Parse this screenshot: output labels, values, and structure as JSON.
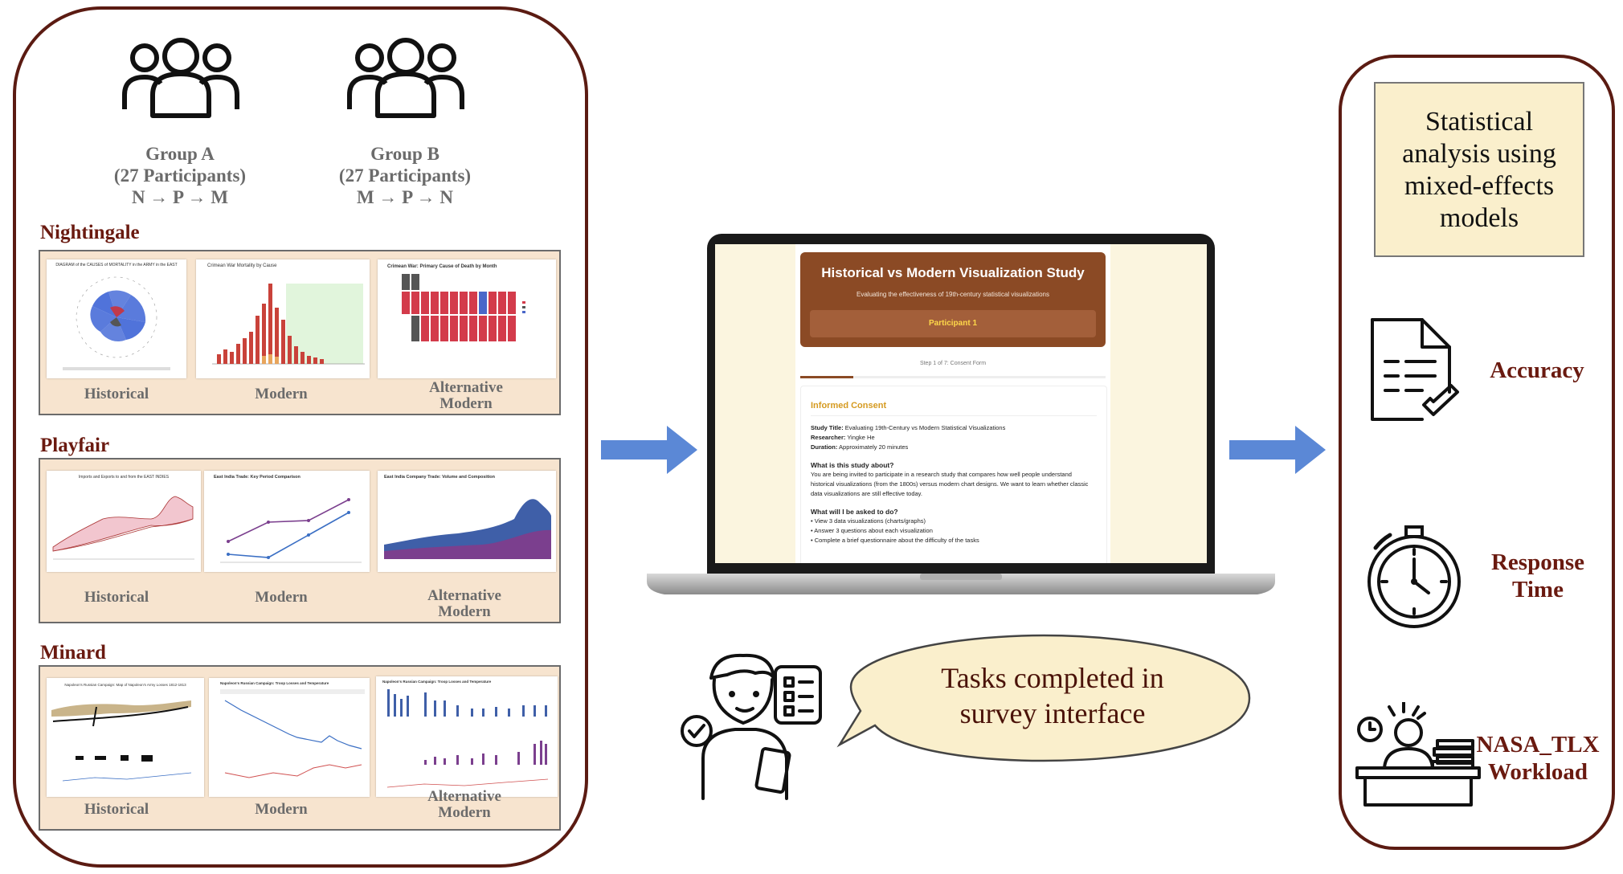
{
  "groups": {
    "a": {
      "name": "Group A",
      "participants": "(27 Participants)",
      "order": "N → P → M"
    },
    "b": {
      "name": "Group B",
      "participants": "(27 Participants)",
      "order": "M → P → N"
    }
  },
  "sections": [
    {
      "title": "Nightingale",
      "captions": [
        "Historical",
        "Modern",
        "Alternative\nModern"
      ]
    },
    {
      "title": "Playfair",
      "captions": [
        "Historical",
        "Modern",
        "Alternative\nModern"
      ]
    },
    {
      "title": "Minard",
      "captions": [
        "Historical",
        "Modern",
        "Alternative\nModern"
      ]
    }
  ],
  "thumbnails": {
    "n1_title": "DIAGRAM of the CAUSES of MORTALITY in the ARMY in the EAST",
    "n2_title": "Crimean War Mortality by Cause",
    "n3_title": "Crimean War: Primary Cause of Death by Month",
    "p1_title": "Imports and Exports to and from the EAST INDIES",
    "p2_title": "East India Trade: Key Period Comparison",
    "p3_title": "East India Company Trade: Volume and Composition",
    "m1_title": "Napoleon's Russian Campaign: Map of Napoleon's Army Losses 1812-1813",
    "m2_title": "Napoleon's Russian Campaign: Troop Losses and Temperature",
    "m3_title": "Napoleon's Russian Campaign: Troop Losses and Temperature"
  },
  "survey": {
    "title": "Historical vs Modern Visualization Study",
    "subtitle": "Evaluating the effectiveness of 19th-century statistical visualizations",
    "participant": "Participant 1",
    "step": "Step 1 of 7: Consent Form",
    "consent_heading": "Informed Consent",
    "study_title_label": "Study Title:",
    "study_title_value": "Evaluating 19th-Century vs Modern Statistical Visualizations",
    "researcher_label": "Researcher:",
    "researcher_value": "Yingke He",
    "duration_label": "Duration:",
    "duration_value": "Approximately 20 minutes",
    "about_heading": "What is this study about?",
    "about_text": "You are being invited to participate in a research study that compares how well people understand historical visualizations (from the 1800s) versus modern chart designs. We want to learn whether classic data visualizations are still effective today.",
    "asked_heading": "What will I be asked to do?",
    "bullets": [
      "View 3 data visualizations (charts/graphs)",
      "Answer 3 questions about each visualization",
      "Complete a brief questionnaire about the difficulty of the tasks"
    ]
  },
  "bubble_text": "Tasks completed in\nsurvey interface",
  "analysis_text": "Statistical\nanalysis using\nmixed-effects\nmodels",
  "metrics": {
    "accuracy": "Accuracy",
    "response_time": "Response\nTime",
    "workload": "NASA_TLX\nWorkload"
  },
  "colors": {
    "border": "#5b1b12",
    "arrow": "#5b88d6",
    "strip": "#f7e4cf",
    "note": "#faefcc",
    "survey_header": "#8b4a25"
  }
}
